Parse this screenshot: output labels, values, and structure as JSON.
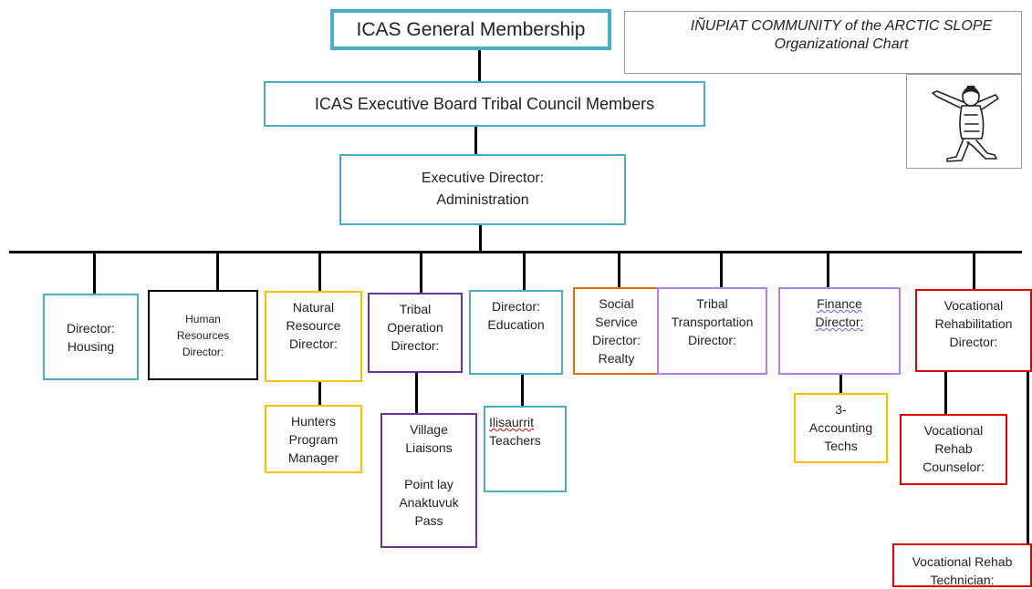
{
  "header": {
    "title_line1": "IÑUPIAT COMMUNITY of the ARCTIC SLOPE",
    "title_line2": "Organizational Chart"
  },
  "top": {
    "membership": "ICAS General Membership",
    "board": "ICAS Executive Board Tribal Council Members",
    "executive_line1": "Executive Director:",
    "executive_line2": "Administration"
  },
  "departments": {
    "housing": "Director:\nHousing",
    "hr": "Human\nResources\nDirector:",
    "natural_resource": "Natural\nResource\nDirector:",
    "tribal_operation": "Tribal\nOperation\nDirector:",
    "education": "Director:\nEducation",
    "social_service": "Social\nService\nDirector:\nRealty",
    "transportation": "Tribal\nTransportation\nDirector:",
    "finance": "Finance\nDirector:",
    "vocational_rehab": "Vocational\nRehabilitation\nDirector:"
  },
  "subunits": {
    "hunters": "Hunters\nProgram\nManager",
    "village_liaisons": "Village\nLiaisons\n\nPoint lay\nAnaktuvuk\nPass",
    "teachers_word1": "Ilisaurrit",
    "teachers_word2": "Teachers",
    "accounting": "3-\nAccounting\nTechs",
    "rehab_counselor": "Vocational\nRehab\nCounselor:",
    "rehab_technician": "Vocational Rehab\nTechnician:"
  },
  "logo": {
    "icon": "dancer-figure-icon"
  }
}
